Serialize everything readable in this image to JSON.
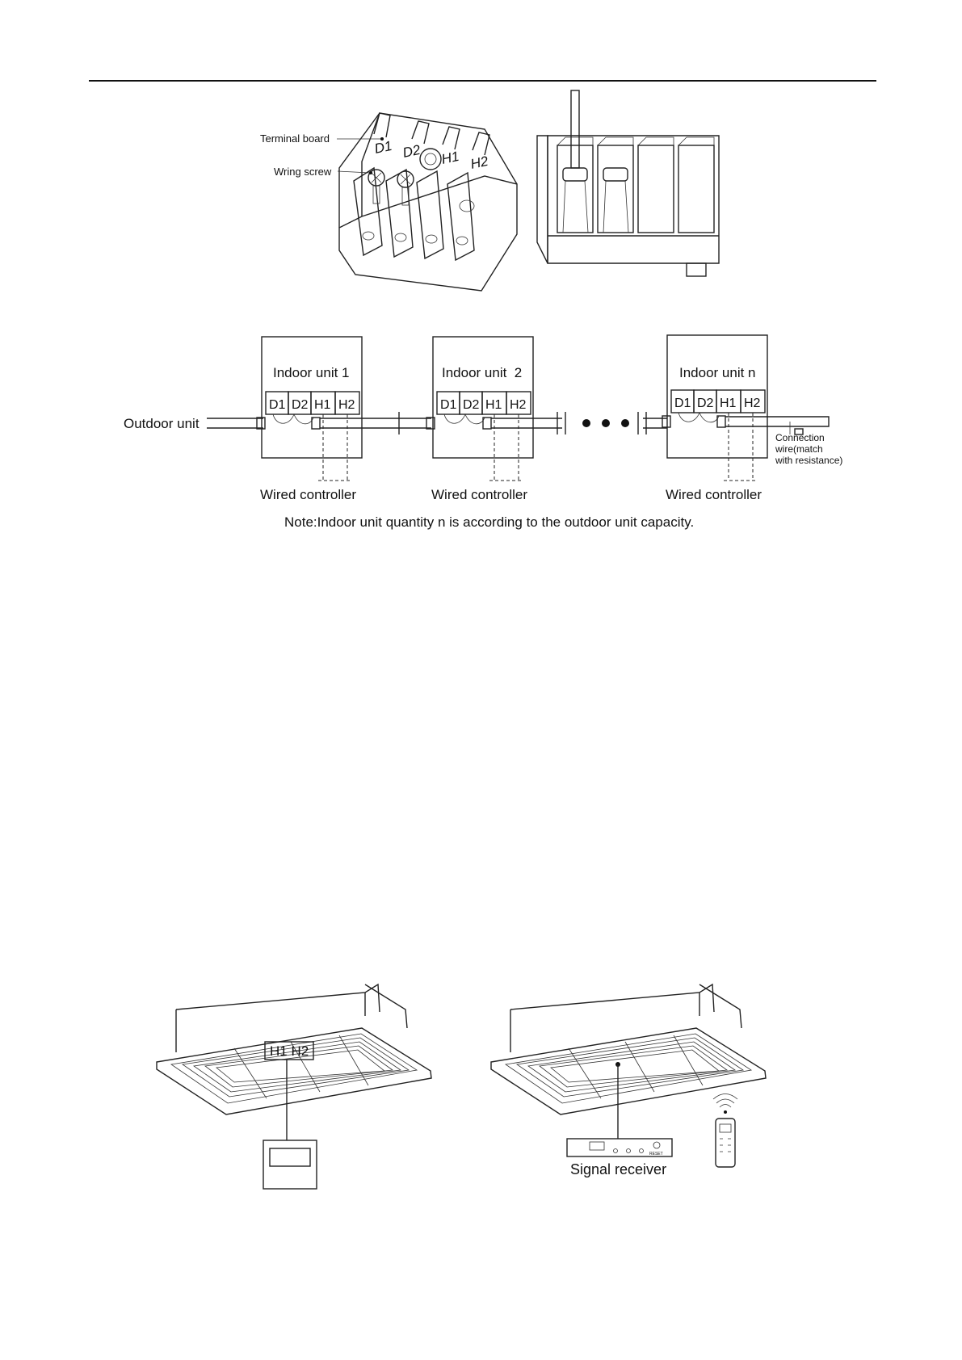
{
  "terminal_figure": {
    "callout_terminal_board": "Terminal board",
    "callout_wiring_screw": "Wring screw",
    "terminals": [
      "D1",
      "D2",
      "H1",
      "H2"
    ]
  },
  "network_diagram": {
    "outdoor_label": "Outdoor unit",
    "units": [
      {
        "title": "Indoor unit 1",
        "controller": "Wired controller"
      },
      {
        "title": "Indoor unit  2",
        "controller": "Wired controller"
      },
      {
        "title": "Indoor unit n",
        "controller": "Wired controller"
      }
    ],
    "terminals": [
      "D1",
      "D2",
      "H1",
      "H2"
    ],
    "connection_note_lines": [
      "Connection",
      "wire(match",
      "with resistance)"
    ],
    "note": "Note:Indoor unit quantity n is according to the outdoor unit capacity."
  },
  "cassette_figure": {
    "wired_terminal_label": "H1 H2",
    "signal_receiver_label": "Signal receiver",
    "receiver_button_text": "RESET"
  }
}
